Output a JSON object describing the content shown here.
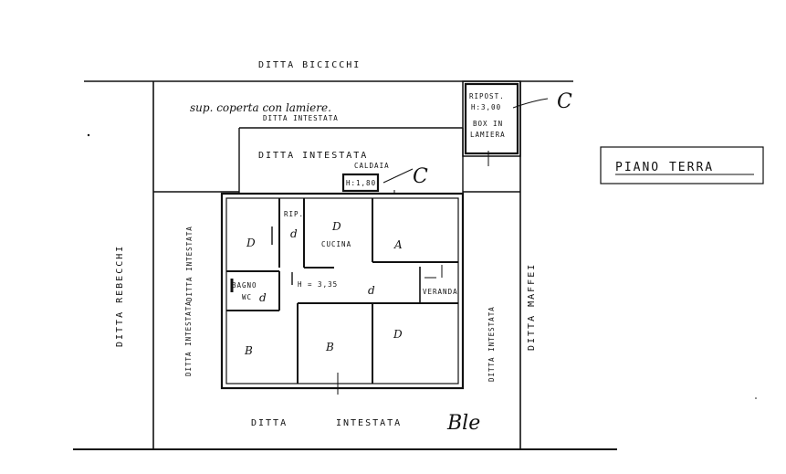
{
  "title": "PIANO TERRA",
  "neighbors": {
    "top": "DITTA   BICICCHI",
    "left": "DITTA  REBECCHI",
    "right": "DITTA  MAFFEI",
    "bottom_left": "DITTA",
    "bottom_right": "INTESTATA"
  },
  "yard": {
    "roof_note": "sup. coperta con lamiere.",
    "roof_owner": "DITTA   INTESTATA",
    "mid_owner": "DITTA   INTESTATA",
    "left_side": "DITTA  INTESTATA",
    "right_side": "DITTA  INTESTATA"
  },
  "shed": {
    "line1": "RIPOST.",
    "line2": "H:3,00",
    "line3": "BOX IN",
    "line4": "LAMIERA",
    "mark": "C"
  },
  "boiler": {
    "label": "CALDAIA",
    "height": "H:1,80",
    "mark": "C"
  },
  "rooms": {
    "storage": "RIP.",
    "kitchen": "CUCINA",
    "bath_line1": "BAGNO",
    "bath_line2": "WC",
    "veranda": "VERANDA",
    "height": "H = 3,35"
  },
  "room_marks": {
    "top_left": "D",
    "storage": "d",
    "kitchen": "D",
    "top_right": "A",
    "bath": "d",
    "hall": "d",
    "bottom_left": "B",
    "bottom_mid": "B",
    "bottom_right": "D"
  },
  "signature": "Ble"
}
